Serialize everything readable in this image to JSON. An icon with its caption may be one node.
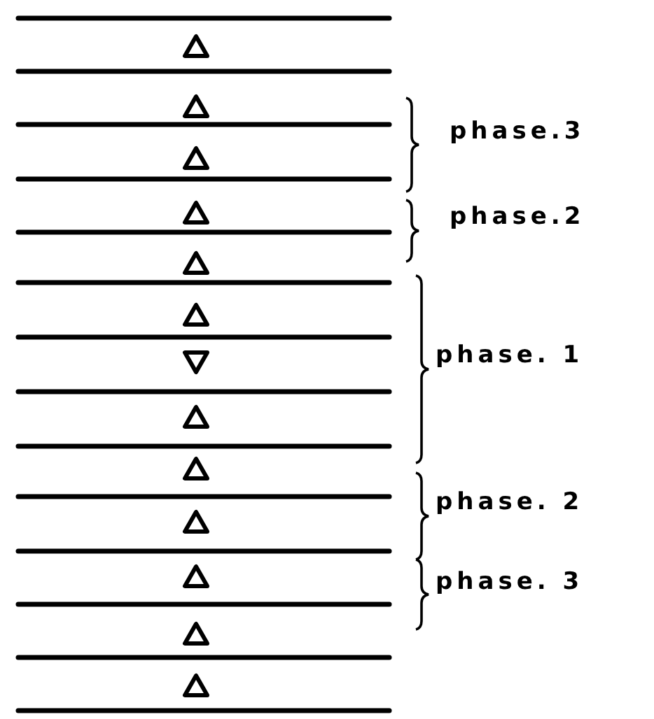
{
  "diagram": {
    "labels": [
      "phase.3",
      "phase.2",
      "phase. 1",
      "phase. 2",
      "phase. 3"
    ]
  }
}
